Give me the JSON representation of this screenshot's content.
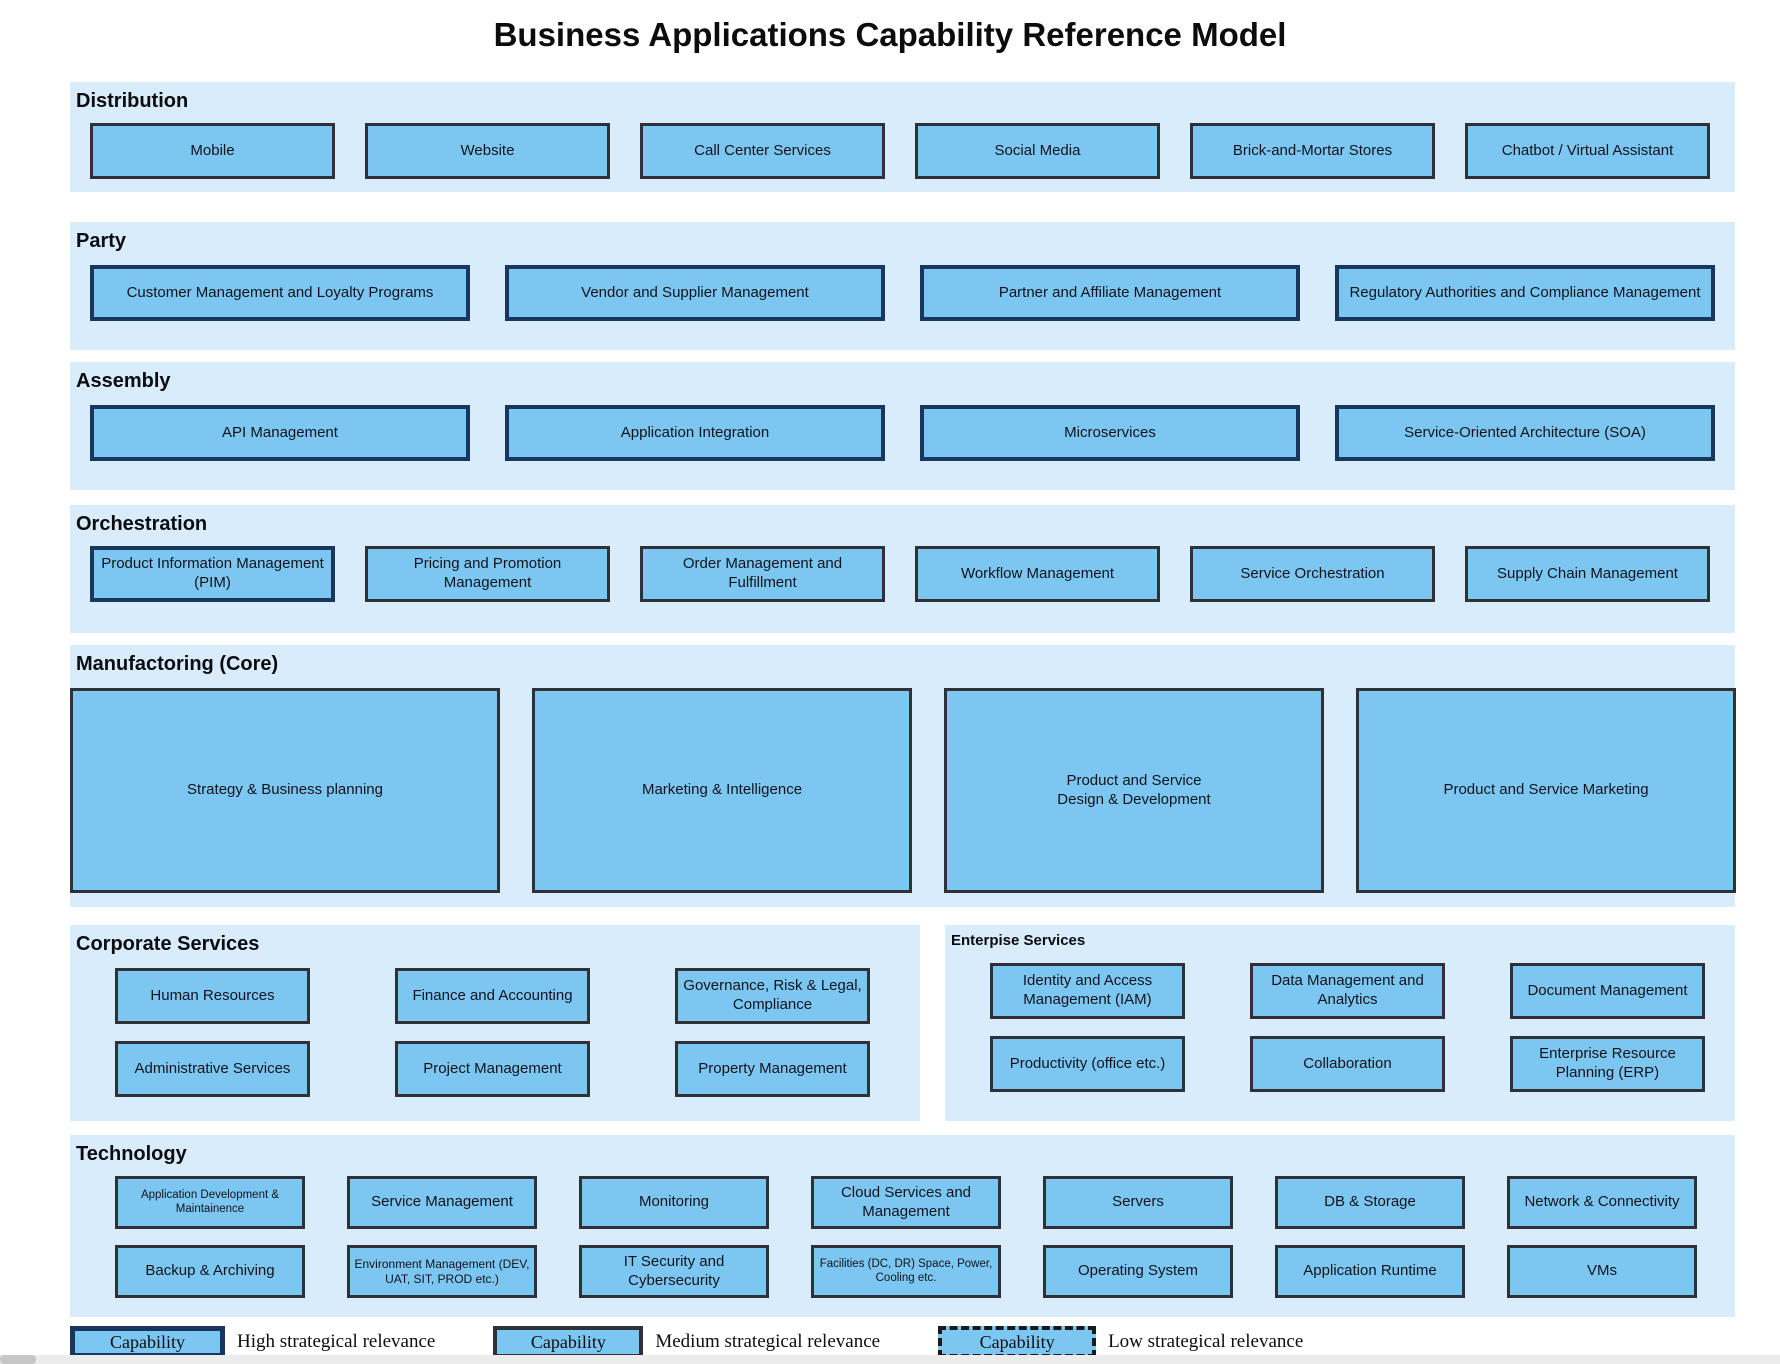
{
  "title": "Business Applications Capability Reference Model",
  "colors": {
    "band_background": "#d9ecfc",
    "box_fill": "#7cc6f2",
    "border_high": "#17375e",
    "border_medium": "#2f3038",
    "border_low_dashed": "#1a1a1a"
  },
  "sections": [
    {
      "label": "Distribution",
      "items": [
        {
          "label": "Mobile",
          "relevance": "medium"
        },
        {
          "label": "Website",
          "relevance": "medium"
        },
        {
          "label": "Call Center Services",
          "relevance": "medium"
        },
        {
          "label": "Social Media",
          "relevance": "medium"
        },
        {
          "label": "Brick-and-Mortar Stores",
          "relevance": "medium"
        },
        {
          "label": "Chatbot / Virtual Assistant",
          "relevance": "medium"
        }
      ]
    },
    {
      "label": "Party",
      "items": [
        {
          "label": "Customer Management and Loyalty Programs",
          "relevance": "high"
        },
        {
          "label": "Vendor and Supplier Management",
          "relevance": "high"
        },
        {
          "label": "Partner and Affiliate Management",
          "relevance": "high"
        },
        {
          "label": "Regulatory Authorities and Compliance Management",
          "relevance": "high"
        }
      ]
    },
    {
      "label": "Assembly",
      "items": [
        {
          "label": "API Management",
          "relevance": "high"
        },
        {
          "label": "Application Integration",
          "relevance": "high"
        },
        {
          "label": "Microservices",
          "relevance": "high"
        },
        {
          "label": "Service-Oriented Architecture (SOA)",
          "relevance": "high"
        }
      ]
    },
    {
      "label": "Orchestration",
      "items": [
        {
          "label": "Product Information Management (PIM)",
          "relevance": "high"
        },
        {
          "label": "Pricing and Promotion Management",
          "relevance": "medium"
        },
        {
          "label": "Order Management and Fulfillment",
          "relevance": "medium"
        },
        {
          "label": "Workflow Management",
          "relevance": "medium"
        },
        {
          "label": "Service Orchestration",
          "relevance": "medium"
        },
        {
          "label": "Supply Chain Management",
          "relevance": "medium"
        }
      ]
    },
    {
      "label": "Manufactoring (Core)",
      "items": [
        {
          "label": "Strategy & Business planning",
          "relevance": "medium"
        },
        {
          "label": "Marketing & Intelligence",
          "relevance": "medium"
        },
        {
          "label": "Product and Service\nDesign & Development",
          "relevance": "medium"
        },
        {
          "label": "Product and Service Marketing",
          "relevance": "medium"
        }
      ]
    },
    {
      "label": "Corporate Services",
      "items": [
        {
          "label": "Human Resources",
          "relevance": "medium"
        },
        {
          "label": "Finance and Accounting",
          "relevance": "medium"
        },
        {
          "label": "Governance, Risk & Legal, Compliance",
          "relevance": "medium"
        },
        {
          "label": "Administrative Services",
          "relevance": "medium"
        },
        {
          "label": "Project Management",
          "relevance": "medium"
        },
        {
          "label": "Property Management",
          "relevance": "medium"
        }
      ]
    },
    {
      "label": "Enterpise Services",
      "items": [
        {
          "label": "Identity and Access Management (IAM)",
          "relevance": "medium"
        },
        {
          "label": "Data Management and Analytics",
          "relevance": "medium"
        },
        {
          "label": "Document Management",
          "relevance": "medium"
        },
        {
          "label": "Productivity (office etc.)",
          "relevance": "medium"
        },
        {
          "label": "Collaboration",
          "relevance": "medium"
        },
        {
          "label": "Enterprise Resource Planning (ERP)",
          "relevance": "medium"
        }
      ]
    },
    {
      "label": "Technology",
      "items": [
        {
          "label": "Application Development & Maintainence",
          "relevance": "medium"
        },
        {
          "label": "Service Management",
          "relevance": "medium"
        },
        {
          "label": "Monitoring",
          "relevance": "medium"
        },
        {
          "label": "Cloud Services and Management",
          "relevance": "medium"
        },
        {
          "label": "Servers",
          "relevance": "medium"
        },
        {
          "label": "DB & Storage",
          "relevance": "medium"
        },
        {
          "label": "Network & Connectivity",
          "relevance": "medium"
        },
        {
          "label": "Backup & Archiving",
          "relevance": "medium"
        },
        {
          "label": "Environment Management (DEV, UAT, SIT, PROD etc.)",
          "relevance": "medium"
        },
        {
          "label": "IT Security and Cybersecurity",
          "relevance": "medium"
        },
        {
          "label": "Facilities (DC, DR) Space, Power, Cooling etc.",
          "relevance": "medium"
        },
        {
          "label": "Operating System",
          "relevance": "medium"
        },
        {
          "label": "Application Runtime",
          "relevance": "medium"
        },
        {
          "label": "VMs",
          "relevance": "medium"
        }
      ]
    }
  ],
  "legend": {
    "items": [
      {
        "box_label": "Capability",
        "relevance": "high",
        "description": "High strategical relevance"
      },
      {
        "box_label": "Capability",
        "relevance": "medium",
        "description": "Medium strategical relevance"
      },
      {
        "box_label": "Capability",
        "relevance": "low",
        "description": "Low strategical relevance"
      }
    ]
  }
}
